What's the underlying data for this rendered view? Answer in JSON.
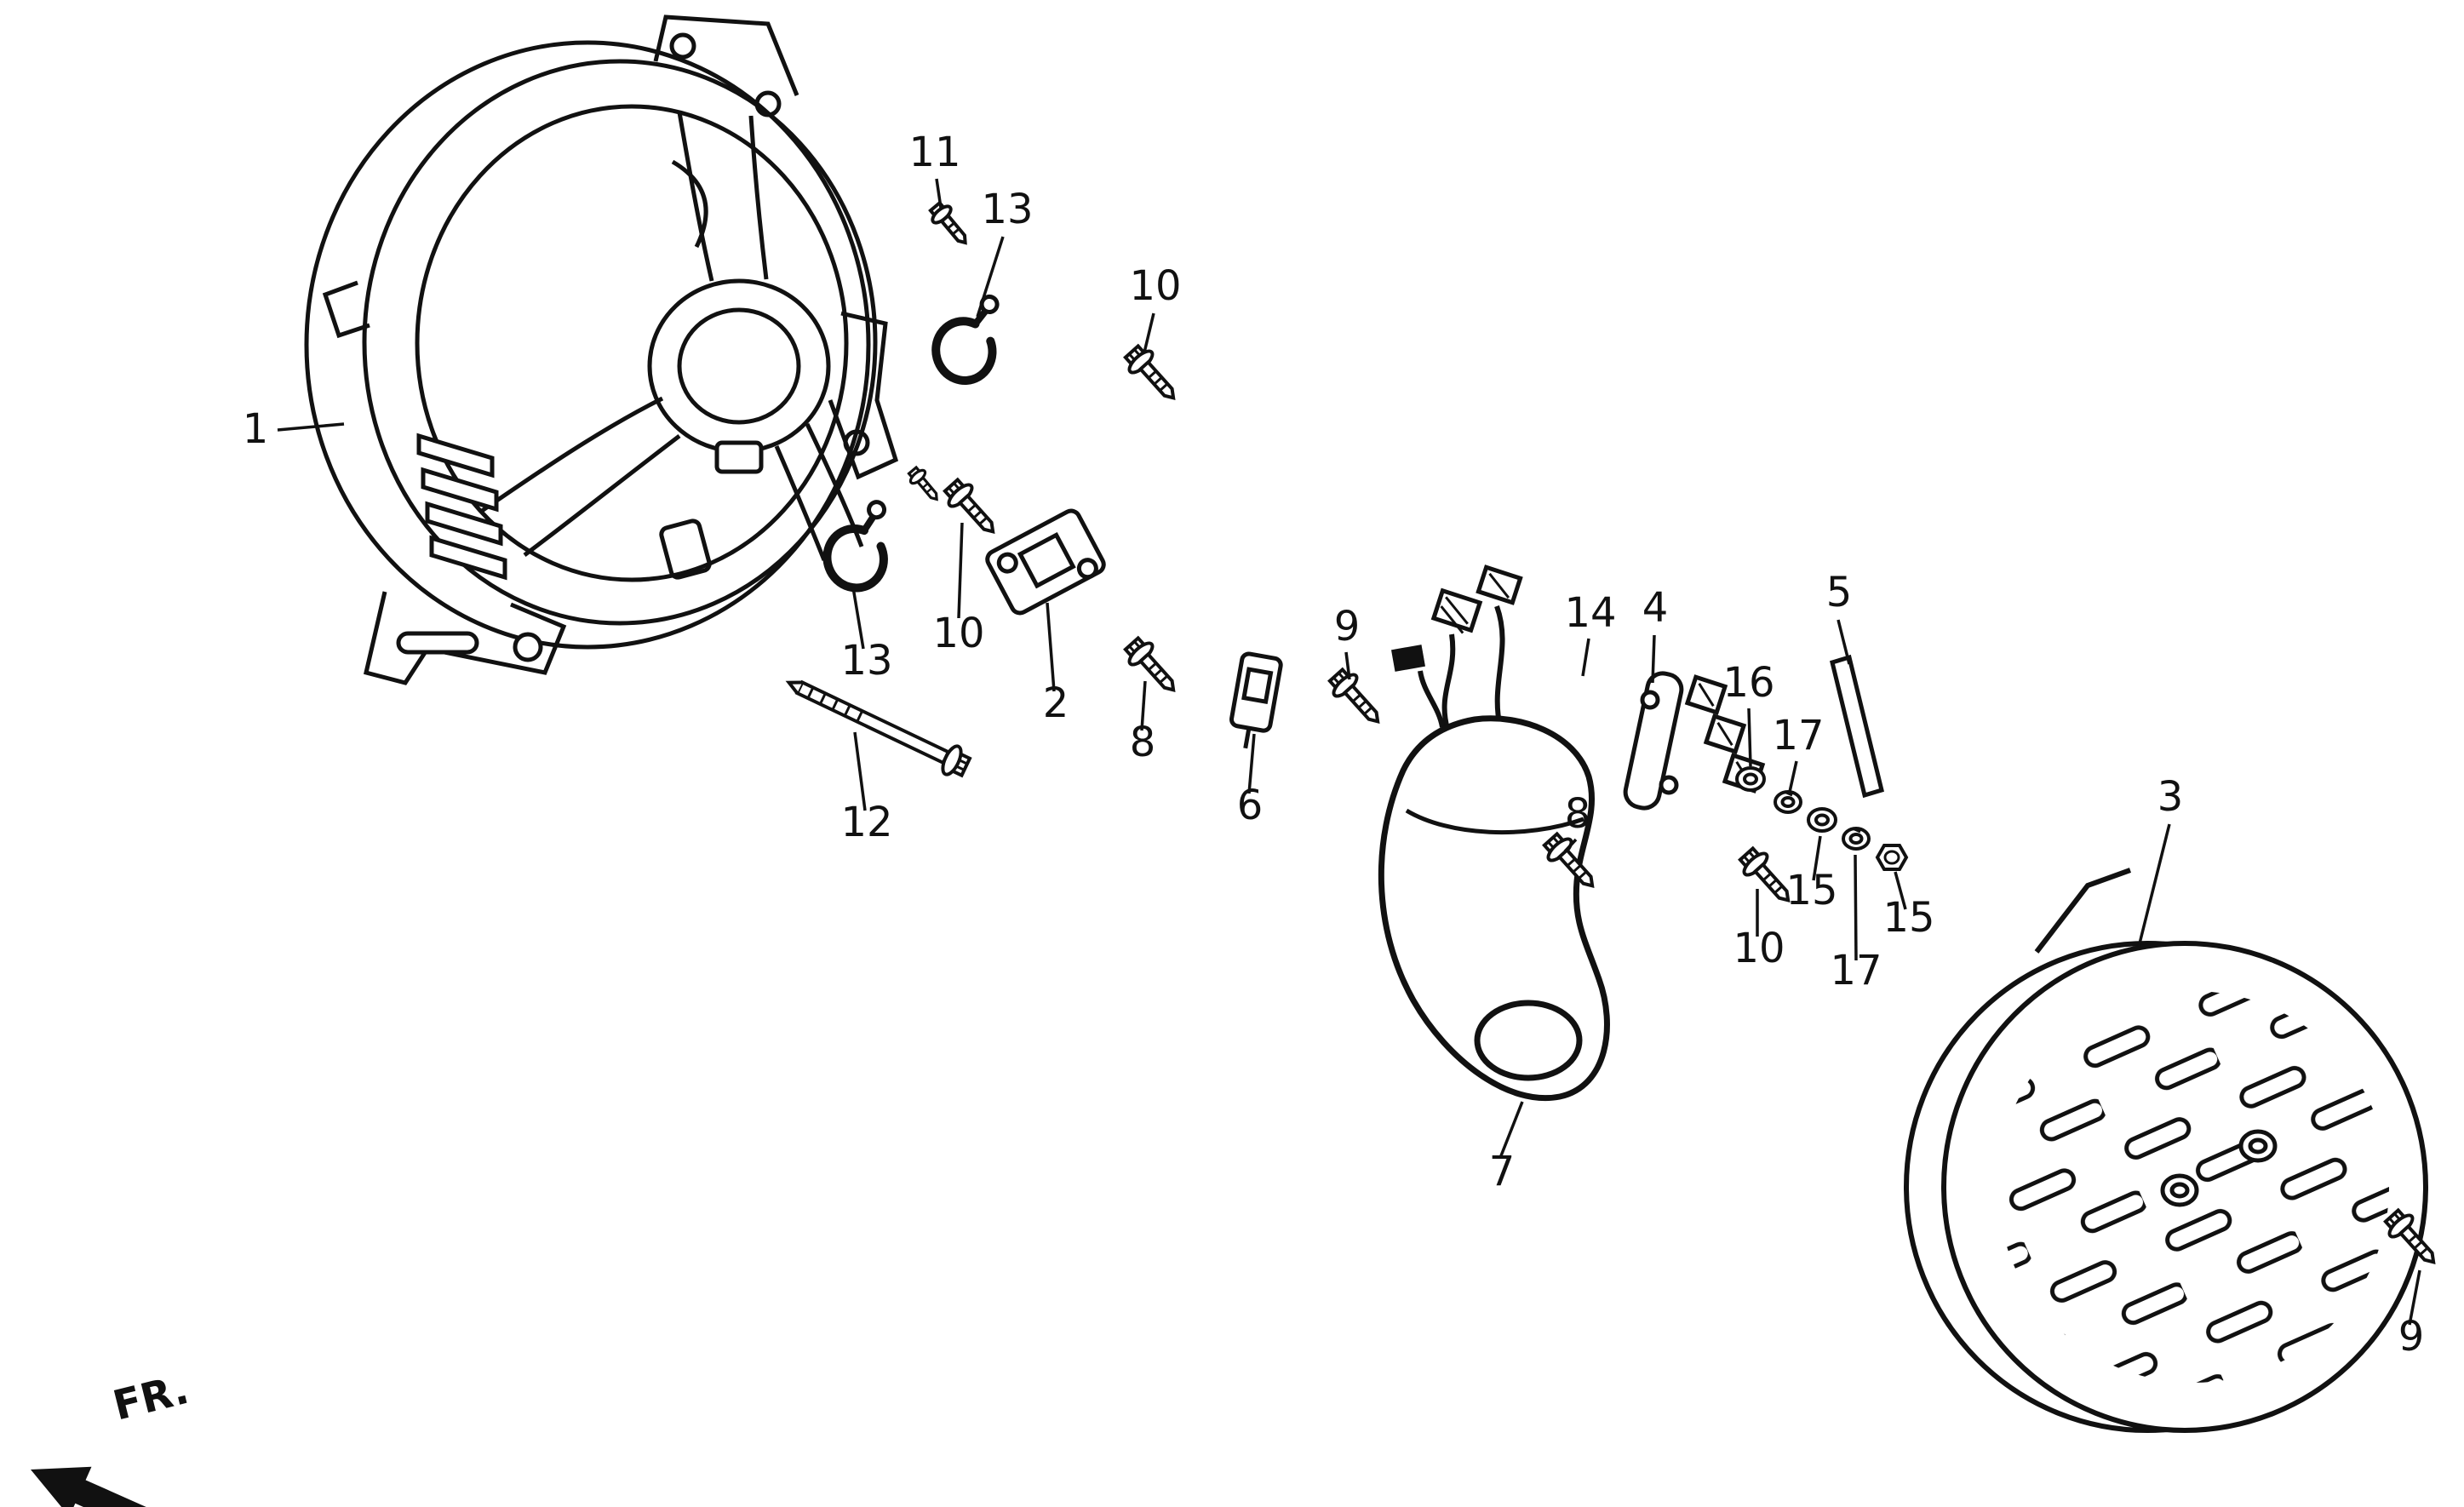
{
  "colors": {
    "ink": "#111111",
    "background": "#ffffff"
  },
  "direction_indicator": {
    "label": "FR."
  },
  "callouts": [
    {
      "part": "1"
    },
    {
      "part": "11"
    },
    {
      "part": "13"
    },
    {
      "part": "10"
    },
    {
      "part": "13"
    },
    {
      "part": "10"
    },
    {
      "part": "2"
    },
    {
      "part": "8"
    },
    {
      "part": "12"
    },
    {
      "part": "6"
    },
    {
      "part": "9"
    },
    {
      "part": "14"
    },
    {
      "part": "4"
    },
    {
      "part": "5"
    },
    {
      "part": "16"
    },
    {
      "part": "17"
    },
    {
      "part": "8"
    },
    {
      "part": "10"
    },
    {
      "part": "15"
    },
    {
      "part": "17"
    },
    {
      "part": "15"
    },
    {
      "part": "3"
    },
    {
      "part": "7"
    },
    {
      "part": "9"
    }
  ]
}
